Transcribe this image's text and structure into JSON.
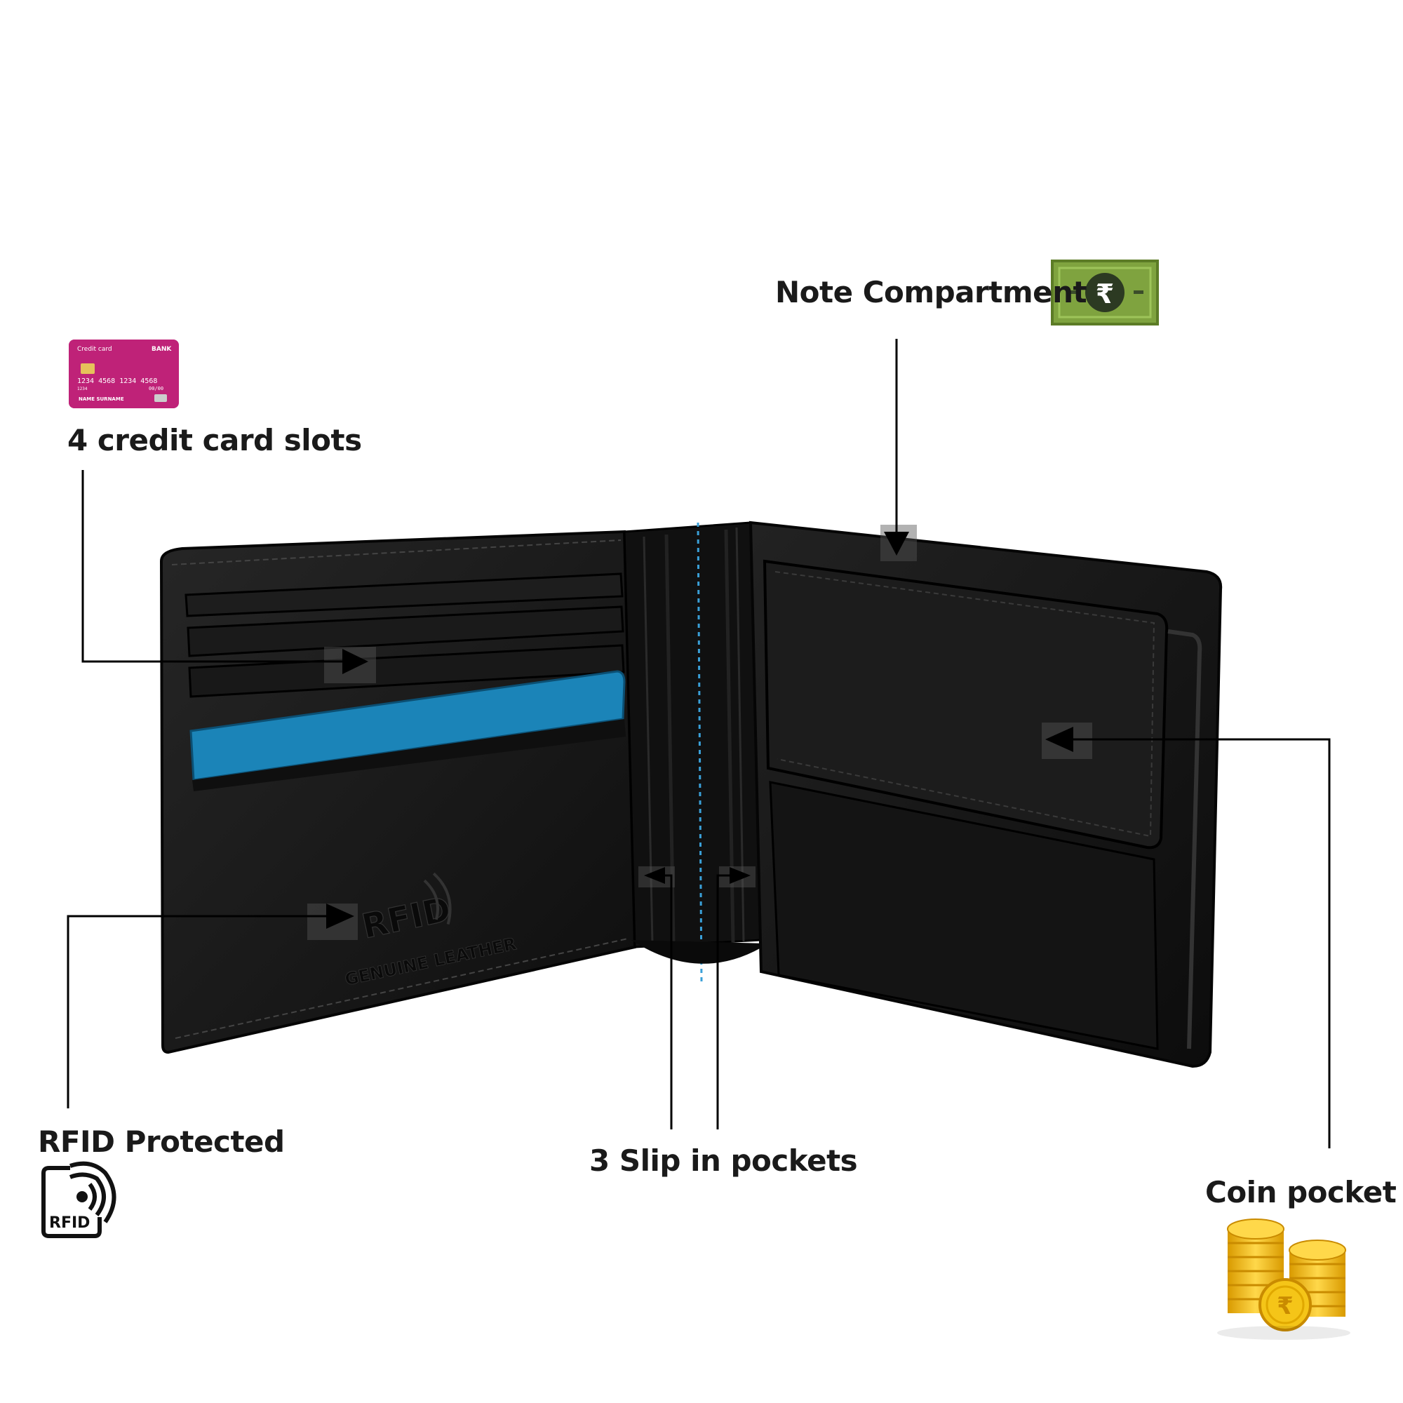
{
  "features": {
    "credit_cards": {
      "label": "4 credit card slots"
    },
    "note_compartment": {
      "label": "Note Compartment"
    },
    "rfid": {
      "label": "RFID Protected"
    },
    "slip_pockets": {
      "label": "3 Slip in pockets"
    },
    "coin_pocket": {
      "label": "Coin pocket"
    }
  },
  "credit_card_icon": {
    "title": "Credit card",
    "bank": "BANK",
    "number": "1234 4568 1234 4568",
    "small_number": "1234",
    "valid": "00/00",
    "holder": "NAME SURNAME"
  },
  "wallet": {
    "stamp_rfid": "RFID",
    "stamp_leather": "GENUINE LEATHER",
    "leather_color": "#161616",
    "accent_color": "#1b84b8"
  },
  "icons": {
    "note": {
      "name": "rupee-note-icon",
      "symbol": "₹",
      "bg": "#7fa33f"
    },
    "rfid": {
      "name": "rfid-icon",
      "text": "RFID"
    },
    "coins": {
      "name": "coin-stack-icon",
      "symbol": "₹",
      "color": "#f5c518"
    }
  }
}
